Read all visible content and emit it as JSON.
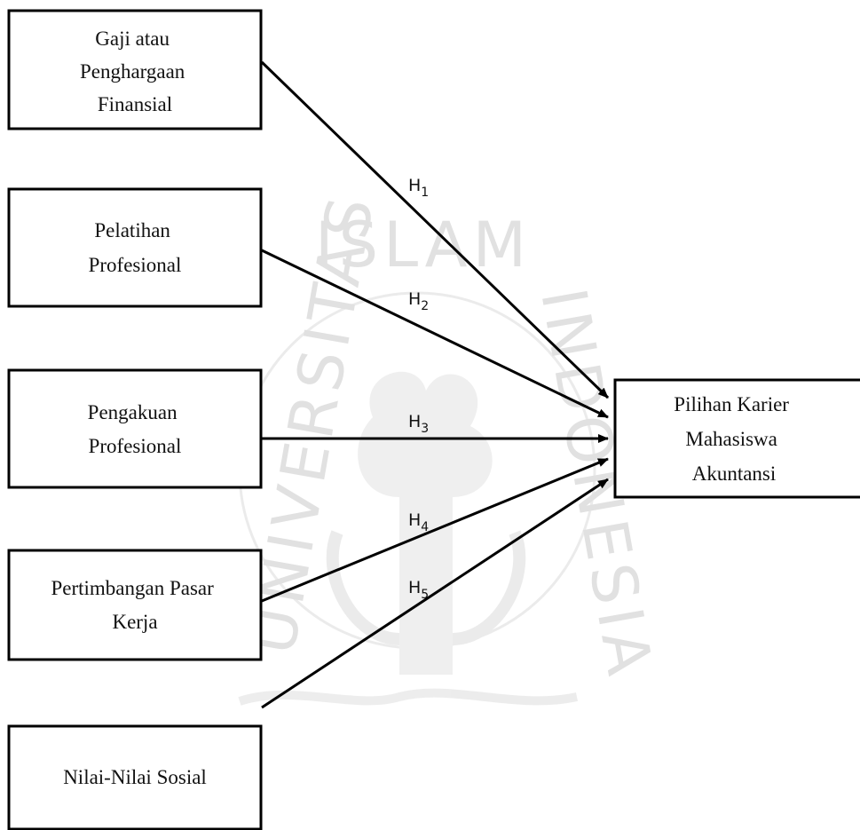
{
  "watermark": {
    "top_text": "ISLAM",
    "left_text": "UNIVERSITAS",
    "right_text": "INDONESIA"
  },
  "nodes": {
    "gaji": {
      "lines": [
        "Gaji atau",
        "Penghargaan",
        "Finansial"
      ]
    },
    "pelatihan": {
      "lines": [
        "Pelatihan",
        "Profesional"
      ]
    },
    "pengakuan": {
      "lines": [
        "Pengakuan",
        "Profesional"
      ]
    },
    "pasar": {
      "lines": [
        "Pertimbangan Pasar",
        "Kerja"
      ]
    },
    "nilai": {
      "lines": [
        "Nilai-Nilai Sosial"
      ]
    },
    "target": {
      "lines": [
        "Pilihan Karier",
        "Mahasiswa",
        "Akuntansi"
      ]
    }
  },
  "hypotheses": [
    {
      "main": "H",
      "sub": "1"
    },
    {
      "main": "H",
      "sub": "2"
    },
    {
      "main": "H",
      "sub": "3"
    },
    {
      "main": "H",
      "sub": "4"
    },
    {
      "main": "H",
      "sub": "5"
    }
  ]
}
